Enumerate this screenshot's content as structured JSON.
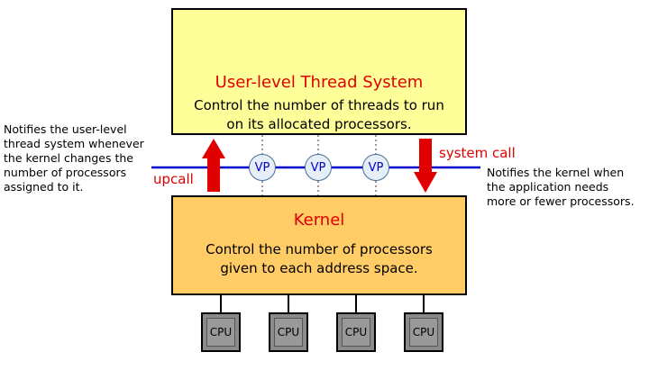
{
  "user_box": {
    "title": "User-level Thread System",
    "desc_line1": "Control the number of threads to run",
    "desc_line2": "on its allocated processors."
  },
  "kernel_box": {
    "title": "Kernel",
    "desc_line1": "Control the number of processors",
    "desc_line2": "given to each address space."
  },
  "upcall_label": "upcall",
  "system_call_label": "system call",
  "left_note": [
    "Notifies the user-level",
    "thread system whenever",
    "the kernel changes the",
    "number of processors",
    "assigned to it."
  ],
  "right_note": [
    "Notifies the kernel when",
    "the application needs",
    "more or fewer processors."
  ],
  "vp_labels": [
    "VP",
    "VP",
    "VP"
  ],
  "cpu_labels": [
    "CPU",
    "CPU",
    "CPU",
    "CPU"
  ],
  "colors": {
    "user_box": "#ffff99",
    "kernel_box": "#ffcc66",
    "arrow": "#e00000",
    "line": "#0000cc"
  }
}
